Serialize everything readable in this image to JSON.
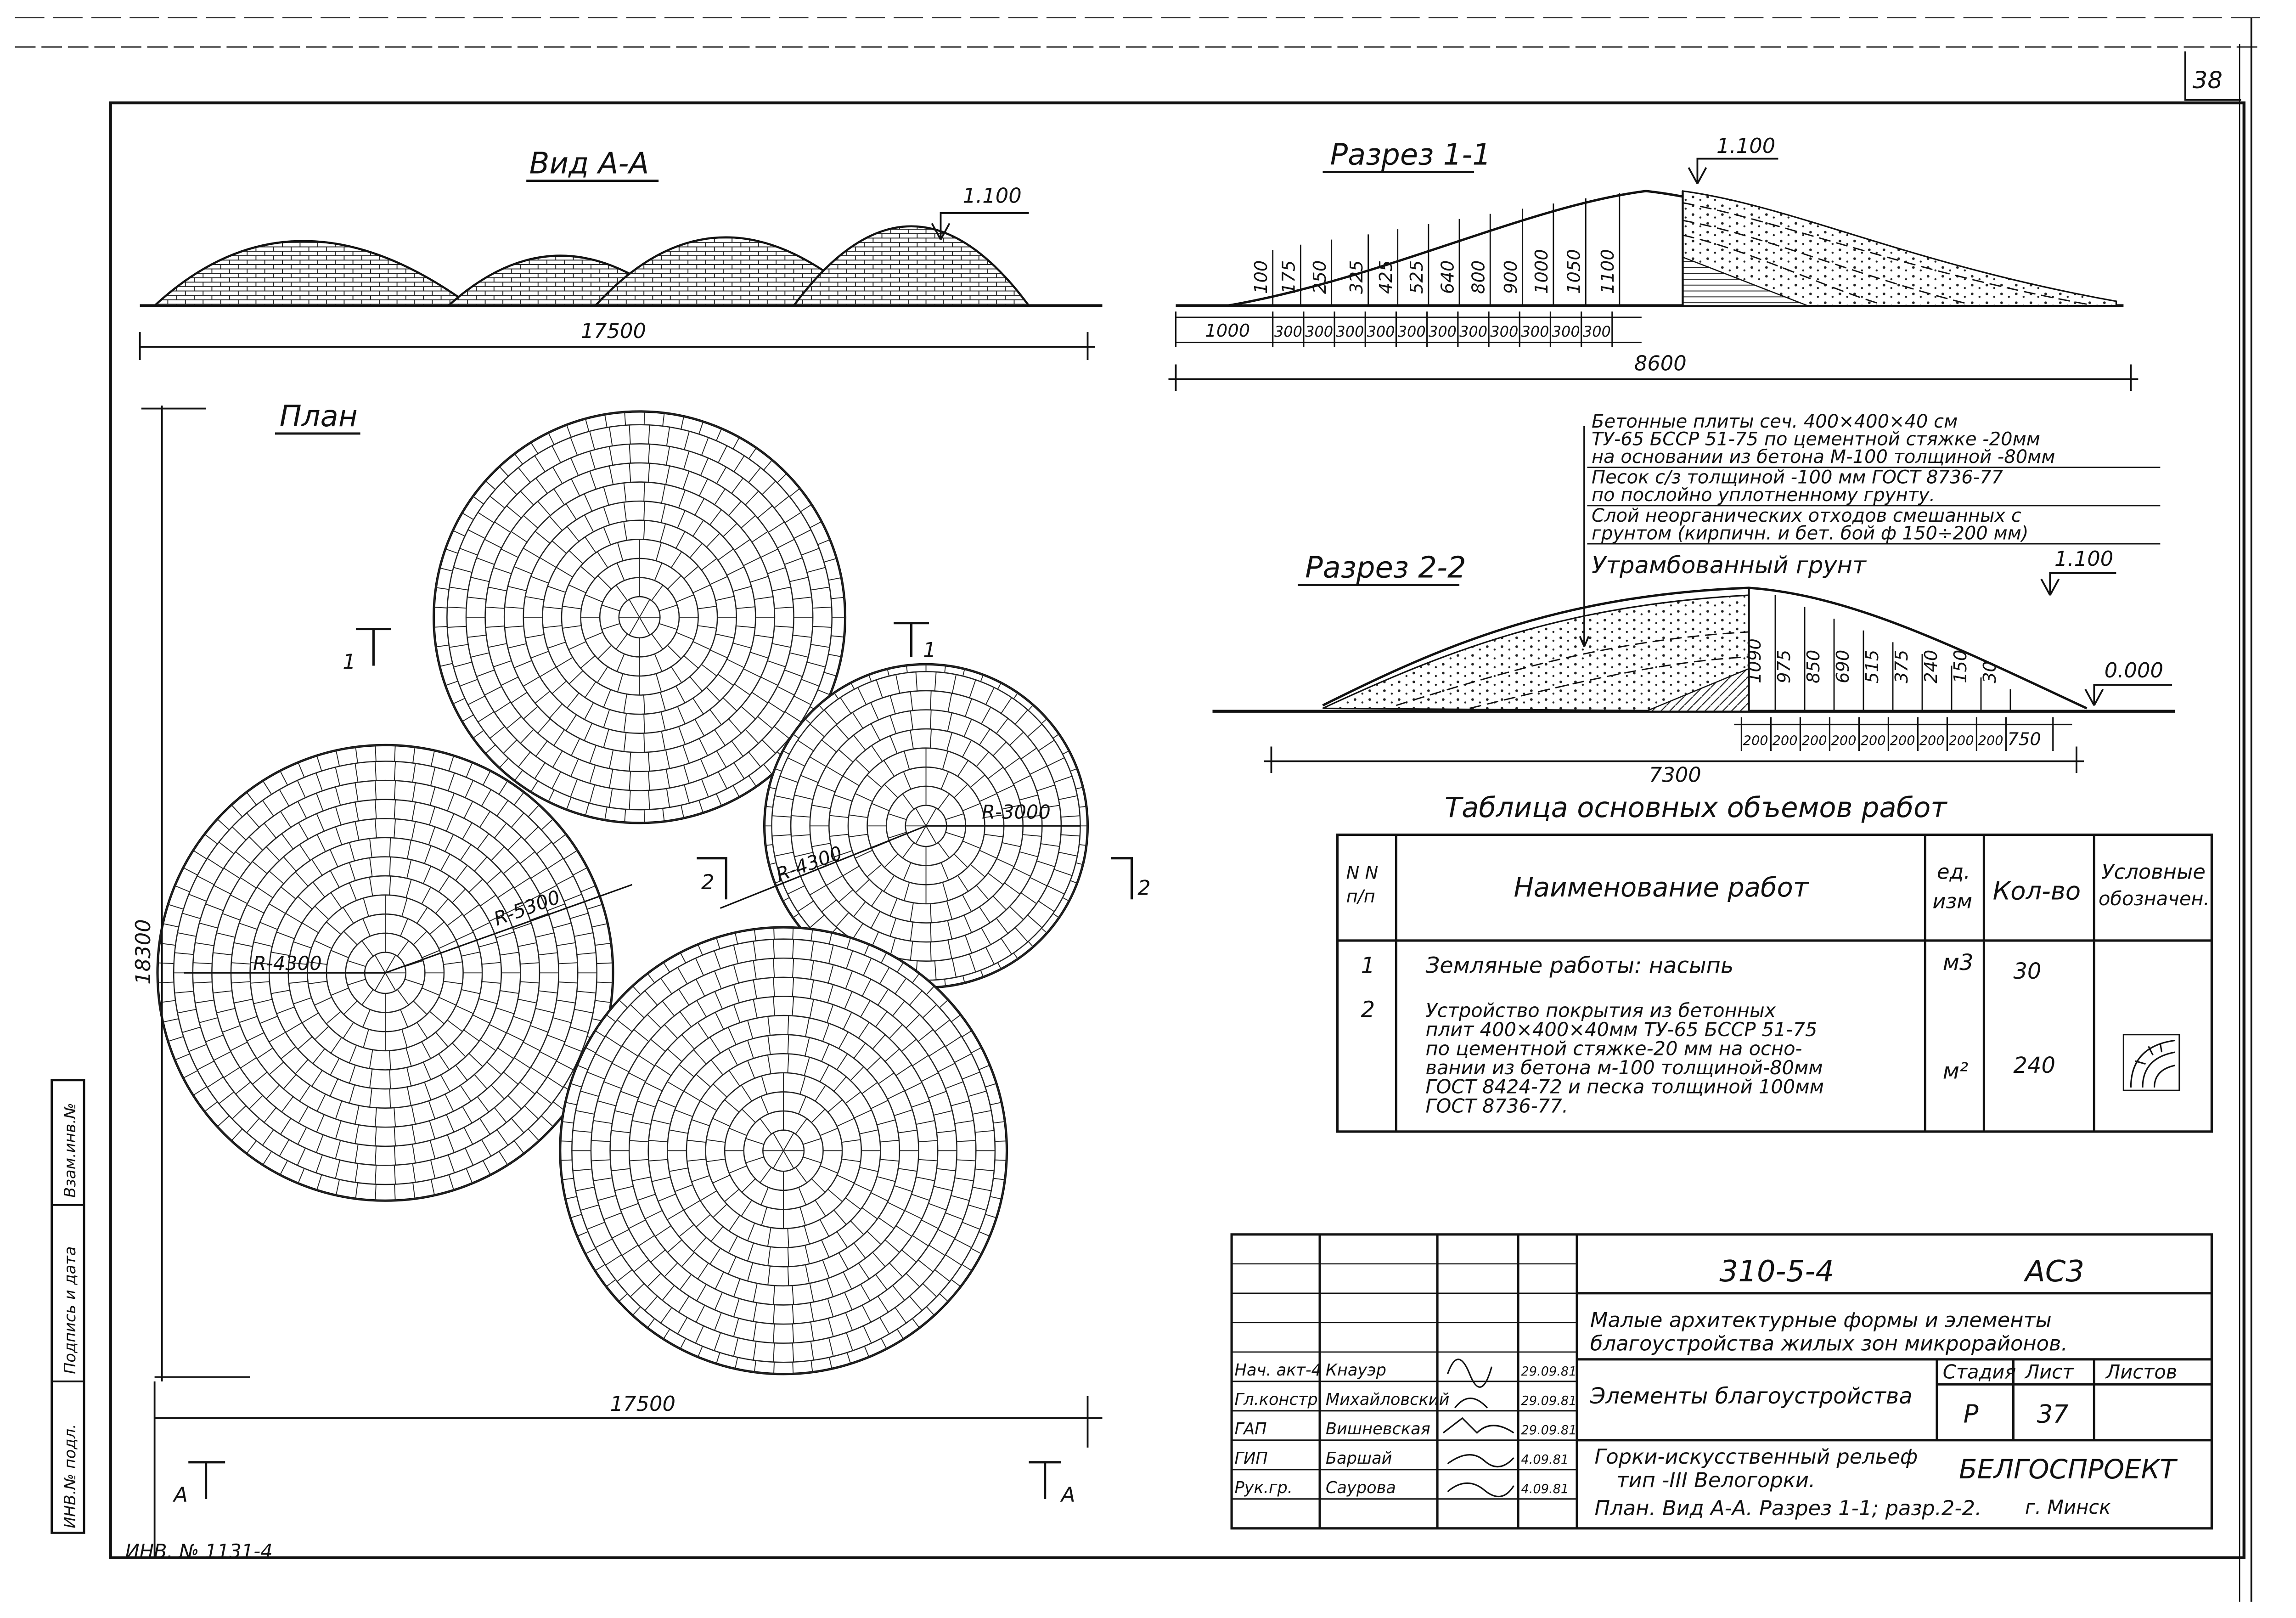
{
  "sheet_number": "38",
  "inv_number": "ИНВ. № 1131-4",
  "side_stamp": {
    "inv_original": "ИНВ.№ подл.",
    "signature_date": "Подпись и дата",
    "replaces_inv": "Взам.инв.№"
  },
  "view_aa": {
    "title": "Вид А-А",
    "level": "1.100",
    "dim_total": "17500"
  },
  "section_11": {
    "title": "Разрез 1-1",
    "level": "1.100",
    "heights": [
      "100",
      "175",
      "250",
      "325",
      "425",
      "525",
      "640",
      "800",
      "900",
      "1000",
      "1050",
      "1100"
    ],
    "steps": [
      "1000",
      "300",
      "300",
      "300",
      "300",
      "300",
      "300",
      "300",
      "300",
      "300",
      "300",
      "300"
    ],
    "dim_total": "8600"
  },
  "layer_notes": [
    "Бетонные плиты сеч. 400×400×40 см",
    "ТУ-65 БССР 51-75 по цементной стяжке -20мм",
    "на основании из бетона М-100 толщиной -80мм",
    "Песок с/з толщиной -100 мм  ГОСТ 8736-77",
    "по послойно уплотненному грунту.",
    "Слой неорганических отходов смешанных с",
    "грунтом (кирпичн. и бет. бой  ф 150÷200 мм)",
    "Утрамбованный грунт"
  ],
  "section_22": {
    "title": "Разрез 2-2",
    "level_top": "1.100",
    "level_ground": "0.000",
    "heights": [
      "1090",
      "975",
      "850",
      "690",
      "515",
      "375",
      "240",
      "150",
      "30"
    ],
    "steps": [
      "200",
      "200",
      "200",
      "200",
      "200",
      "200",
      "200",
      "200",
      "200",
      "750"
    ],
    "dim_total": "7300"
  },
  "plan": {
    "title": "План",
    "radii": [
      "R-5300",
      "R-4300",
      "R-4300",
      "R-3000"
    ],
    "dim_horizontal": "17500",
    "dim_vertical": "18300",
    "cut_marks": [
      "1",
      "1",
      "2",
      "2",
      "А",
      "А"
    ]
  },
  "volume_table": {
    "title": "Таблица основных объемов работ",
    "headers": [
      "N N п/п",
      "Наименование работ",
      "ед. изм",
      "Кол-во",
      "Условные обозначен."
    ],
    "rows": [
      {
        "num": "1",
        "name": [
          "Земляные работы: насыпь"
        ],
        "unit": "м3",
        "qty": "30"
      },
      {
        "num": "2",
        "name": [
          "Устройство покрытия из бетонных",
          "плит 400×400×40мм ТУ-65 БССР 51-75",
          "по цементной стяжке-20 мм на осно-",
          "вании из бетона м-100 толщиной-80мм",
          "ГОСТ 8424-72 и песка толщиной 100мм",
          "ГОСТ 8736-77."
        ],
        "unit": "м²",
        "qty": "240"
      }
    ]
  },
  "title_block": {
    "code": "310-5-4",
    "mark": "АС3",
    "project": [
      "Малые архитектурные формы и элементы",
      "благоустройства жилых зон микрорайонов."
    ],
    "section": "Элементы благоустройства",
    "drawing": [
      "Горки-искусственный рельеф",
      "тип -III  Велогорки.",
      "План. Вид А-А. Разрез 1-1; разр.2-2."
    ],
    "stage_label": "Стадия",
    "sheet_label": "Лист",
    "sheets_label": "Листов",
    "stage": "Р",
    "sheet": "37",
    "org": "БЕЛГОСПРОЕКТ",
    "city": "г. Минск",
    "people": [
      {
        "role": "Нач. акт-4",
        "name": "Кнауэр",
        "date": "29.09.81"
      },
      {
        "role": "Гл.констр.",
        "name": "Михайловский",
        "date": "29.09.81"
      },
      {
        "role": "ГАП",
        "name": "Вишневская",
        "date": "29.09.81"
      },
      {
        "role": "ГИП",
        "name": "Баршай",
        "date": "4.09.81"
      },
      {
        "role": "Рук.гр.",
        "name": "Саурова",
        "date": "4.09.81"
      }
    ]
  }
}
